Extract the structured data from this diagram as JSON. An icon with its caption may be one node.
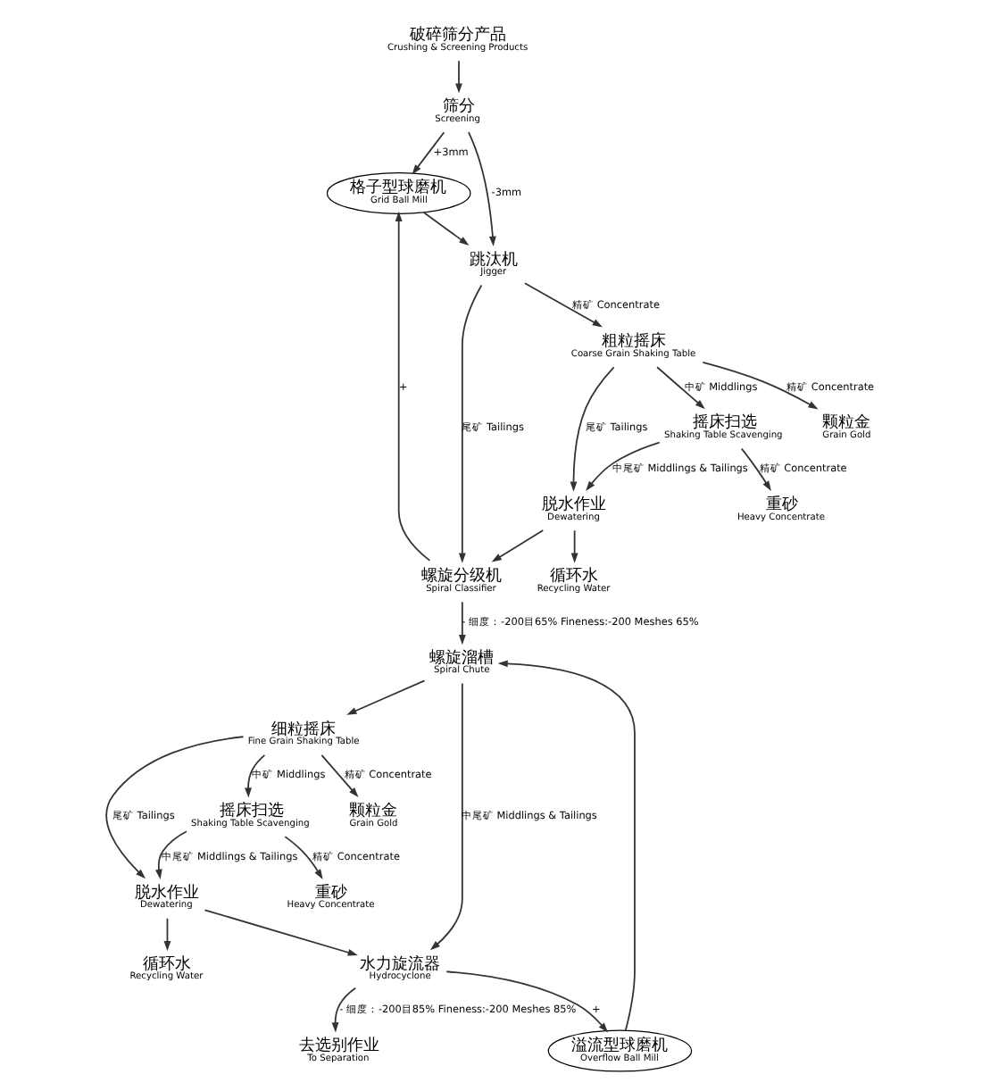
{
  "diagram": {
    "nodes": [
      {
        "text": [
          "破碎筛分产品",
          "Crushing & Screening Products"
        ]
      },
      {
        "text": [
          "筛分",
          "Screening"
        ]
      },
      {
        "text": [
          "格子型球磨机",
          "Grid Ball Mill"
        ]
      },
      {
        "text": [
          "跳汰机",
          "Jigger"
        ]
      },
      {
        "text": [
          "粗粒摇床",
          "Coarse Grain Shaking Table"
        ]
      },
      {
        "text": [
          "摇床扫选",
          "Shaking Table Scavenging"
        ]
      },
      {
        "text": [
          "颗粒金",
          "Grain Gold"
        ]
      },
      {
        "text": [
          "重砂",
          "Heavy Concentrate"
        ]
      },
      {
        "text": [
          "脱水作业",
          "Dewatering"
        ]
      },
      {
        "text": [
          "循环水",
          "Recycling Water"
        ]
      },
      {
        "text": [
          "螺旋分级机",
          "Spiral Classifier"
        ]
      },
      {
        "text": [
          "螺旋溜槽",
          "Spiral Chute"
        ]
      },
      {
        "text": [
          "细粒摇床",
          "Fine Grain Shaking Table"
        ]
      },
      {
        "text": [
          "摇床扫选",
          "Shaking Table Scavenging"
        ]
      },
      {
        "text": [
          "颗粒金",
          "Grain Gold"
        ]
      },
      {
        "text": [
          "重砂",
          "Heavy Concentrate"
        ]
      },
      {
        "text": [
          "脱水作业",
          "Dewatering"
        ]
      },
      {
        "text": [
          "循环水",
          "Recycling Water"
        ]
      },
      {
        "text": [
          "水力旋流器",
          "Hydrocyclone"
        ]
      },
      {
        "text": [
          "溢流型球磨机",
          "Overflow Ball Mill"
        ]
      },
      {
        "text": [
          "去选别作业",
          "To Separation"
        ]
      }
    ],
    "edges": [
      {
        "from": 0,
        "to": 1,
        "arrow": "to"
      },
      {
        "from": 1,
        "to": 3,
        "label": "-3mm",
        "arrow": "to"
      },
      {
        "from": 1,
        "to": 2,
        "label": "+3mm",
        "arrow": "to"
      },
      {
        "from": 2,
        "to": 3,
        "arrow": "to"
      },
      {
        "from": 3,
        "to": 4,
        "label": "精矿 Concentrate",
        "arrow": "to"
      },
      {
        "from": 3,
        "to": 10,
        "label": "尾矿 Tailings",
        "arrow": "to"
      },
      {
        "from": 4,
        "to": 6,
        "label": "精矿 Concentrate",
        "arrow": "to"
      },
      {
        "from": 4,
        "to": 5,
        "label": "中矿 Middlings",
        "arrow": "to"
      },
      {
        "from": 4,
        "to": 8,
        "label": "尾矿 Tailings",
        "arrow": "to"
      },
      {
        "from": 5,
        "to": 7,
        "label": "精矿 Concentrate",
        "arrow": "to"
      },
      {
        "from": 5,
        "to": 8,
        "label": "中尾矿 Middlings & Tailings",
        "arrow": "to"
      },
      {
        "from": 8,
        "to": 9,
        "arrow": "to"
      },
      {
        "from": 8,
        "to": 10,
        "arrow": "to"
      },
      {
        "from": 10,
        "to": 11,
        "label": "- 细度：-200目65% Fineness:-200 Meshes 65%",
        "arrow": "to"
      },
      {
        "from": 10,
        "to": 2,
        "label": "+",
        "arrow": "to"
      },
      {
        "from": 11,
        "to": 12,
        "arrow": "to"
      },
      {
        "from": 11,
        "to": 18,
        "label": "中尾矿 Middlings & Tailings",
        "arrow": "to"
      },
      {
        "from": 12,
        "to": 14,
        "label": "精矿 Concentrate",
        "arrow": "to"
      },
      {
        "from": 12,
        "to": 13,
        "label": "中矿 Middlings",
        "arrow": "to"
      },
      {
        "from": 12,
        "to": 16,
        "label": "尾矿 Tailings",
        "arrow": "to"
      },
      {
        "from": 13,
        "to": 15,
        "label": "精矿 Concentrate",
        "arrow": "to"
      },
      {
        "from": 13,
        "to": 16,
        "label": "中尾矿 Middlings & Tailings",
        "arrow": "to"
      },
      {
        "from": 16,
        "to": 17,
        "arrow": "to"
      },
      {
        "from": 16,
        "to": 18,
        "arrow": "to"
      },
      {
        "from": 18,
        "to": 20,
        "label": "- 细度：-200目85% Fineness:-200 Meshes 85%",
        "arrow": "to"
      },
      {
        "from": 18,
        "to": 19,
        "label": "+",
        "arrow": "to"
      },
      {
        "from": 19,
        "to": 11,
        "arrow": "to"
      }
    ]
  }
}
